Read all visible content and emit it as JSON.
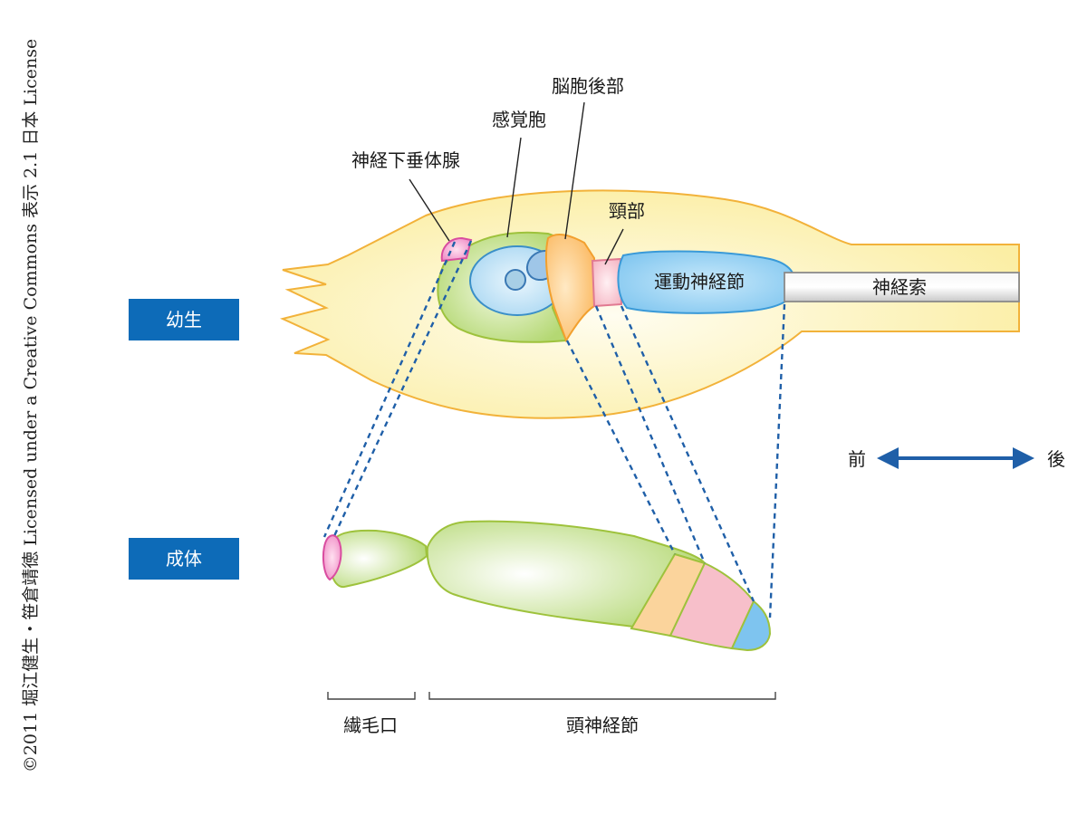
{
  "copyright": "©2011 堀江健生・笹倉靖徳 Licensed under a Creative Commons 表示 2.1 日本 License",
  "stages": {
    "larva": "幼生",
    "adult": "成体"
  },
  "labels": {
    "neural_gland": "神経下垂体腺",
    "sensory_vesicle": "感覚胞",
    "posterior_brain_vesicle": "脳胞後部",
    "neck": "頸部",
    "motor_ganglion": "運動神経節",
    "nerve_cord": "神経索",
    "ciliated_funnel": "繊毛口",
    "cerebral_ganglion": "頭神経節"
  },
  "axis": {
    "anterior": "前",
    "posterior": "後"
  },
  "colors": {
    "stage_tag": "#0d6bb8",
    "arrow": "#1f5fa8",
    "body": "#fdf3b8",
    "green_region": "#b9da7a",
    "pink_region": "#f4b8c3",
    "orange_region": "#fbc47a",
    "blue_region": "#8ccdf0",
    "magenta_region": "#f07ac0"
  }
}
